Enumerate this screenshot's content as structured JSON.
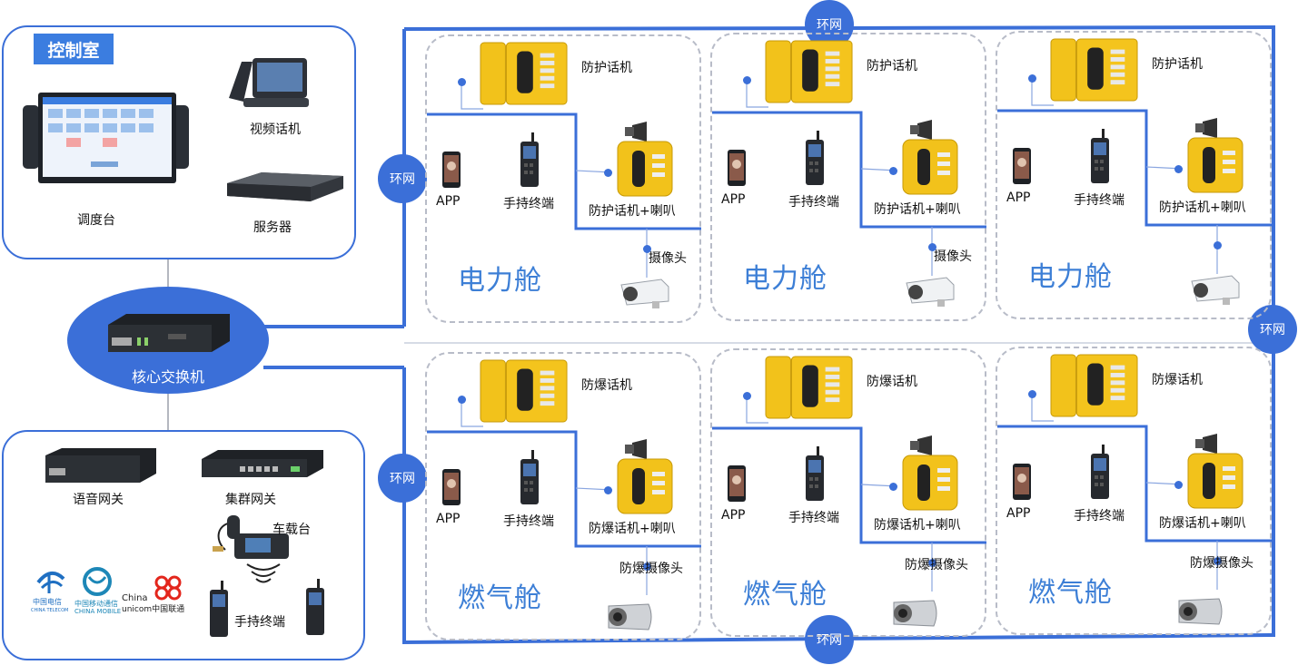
{
  "control_room": {
    "title": "控制室",
    "dispatch_console": "调度台",
    "video_phone": "视频话机",
    "server": "服务器"
  },
  "core_switch": {
    "label": "核心交换机"
  },
  "gateway_panel": {
    "voice_gateway": "语音网关",
    "trunk_gateway": "集群网关",
    "vehicle_station": "车载台",
    "handheld": "手持终端",
    "carriers": {
      "telecom": "中国电信",
      "telecom_en": "CHINA TELECOM",
      "mobile": "中国移动通信",
      "mobile_en": "CHINA MOBILE",
      "unicom_en1": "China",
      "unicom_en2": "unicom中国联通"
    }
  },
  "ring_label": "环网",
  "cabins": [
    {
      "name": "电力舱",
      "phone": "防护话机",
      "phone_horn": "防护话机+喇叭",
      "camera": "摄像头",
      "app": "APP",
      "handheld": "手持终端"
    },
    {
      "name": "电力舱",
      "phone": "防护话机",
      "phone_horn": "防护话机+喇叭",
      "camera": "摄像头",
      "app": "APP",
      "handheld": "手持终端"
    },
    {
      "name": "电力舱",
      "phone": "防护话机",
      "phone_horn": "防护话机+喇叭",
      "camera": "",
      "app": "APP",
      "handheld": "手持终端"
    },
    {
      "name": "燃气舱",
      "phone": "防爆话机",
      "phone_horn": "防爆话机+喇叭",
      "camera": "防爆摄像头",
      "app": "APP",
      "handheld": "手持终端"
    },
    {
      "name": "燃气舱",
      "phone": "防爆话机",
      "phone_horn": "防爆话机+喇叭",
      "camera": "防爆摄像头",
      "app": "APP",
      "handheld": "手持终端"
    },
    {
      "name": "燃气舱",
      "phone": "防爆话机",
      "phone_horn": "防爆话机+喇叭",
      "camera": "防爆摄像头",
      "app": "APP",
      "handheld": "手持终端"
    }
  ],
  "colors": {
    "accent": "#3b6fd8",
    "cabin_text": "#3d7fd6",
    "phone_yellow": "#f2c21b",
    "dash": "#b8bcc8"
  }
}
